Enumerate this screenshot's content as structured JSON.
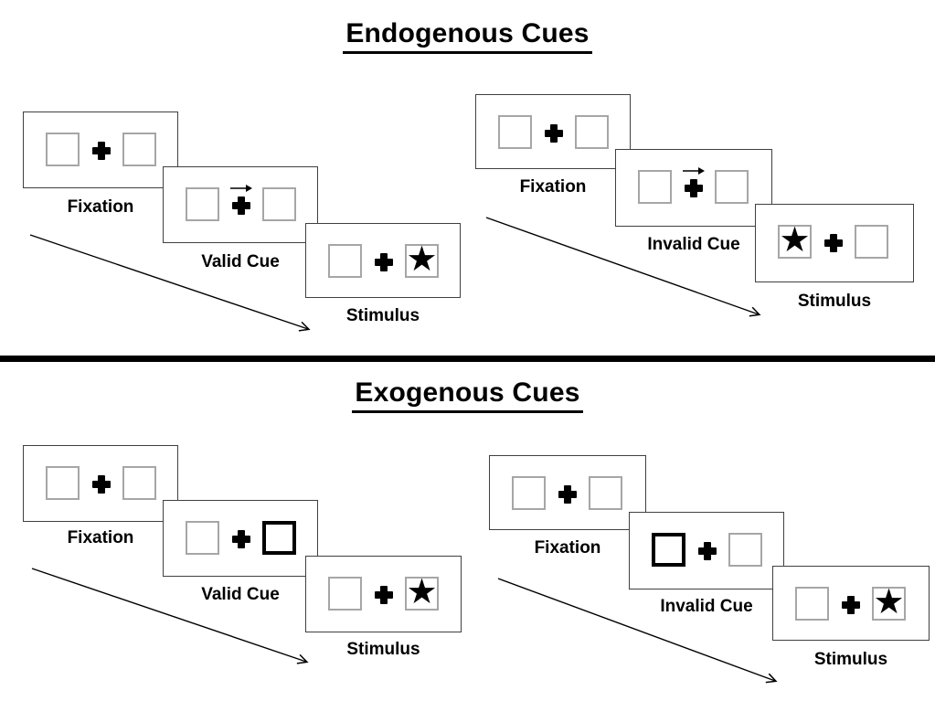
{
  "palette": {
    "canvas_bg": "#ffffff",
    "ink": "#000000",
    "card_border": "#404040",
    "square_border": "#a6a6a6",
    "cue_highlight_border": "#000000"
  },
  "symbols": {
    "star": "★"
  },
  "sections": [
    {
      "title": "Endogenous Cues",
      "cue_type": "central-arrow",
      "panels": [
        {
          "condition": "valid",
          "fixation_label": "Fixation",
          "cue_label": "Valid Cue",
          "stimulus_label": "Stimulus",
          "cue_direction": "right",
          "stimulus_side": "right"
        },
        {
          "condition": "invalid",
          "fixation_label": "Fixation",
          "cue_label": "Invalid Cue",
          "stimulus_label": "Stimulus",
          "cue_direction": "right",
          "stimulus_side": "left"
        }
      ]
    },
    {
      "title": "Exogenous Cues",
      "cue_type": "peripheral-highlight",
      "panels": [
        {
          "condition": "valid",
          "fixation_label": "Fixation",
          "cue_label": "Valid Cue",
          "stimulus_label": "Stimulus",
          "cue_side": "right",
          "stimulus_side": "right"
        },
        {
          "condition": "invalid",
          "fixation_label": "Fixation",
          "cue_label": "Invalid Cue",
          "stimulus_label": "Stimulus",
          "cue_side": "left",
          "stimulus_side": "right"
        }
      ]
    }
  ]
}
